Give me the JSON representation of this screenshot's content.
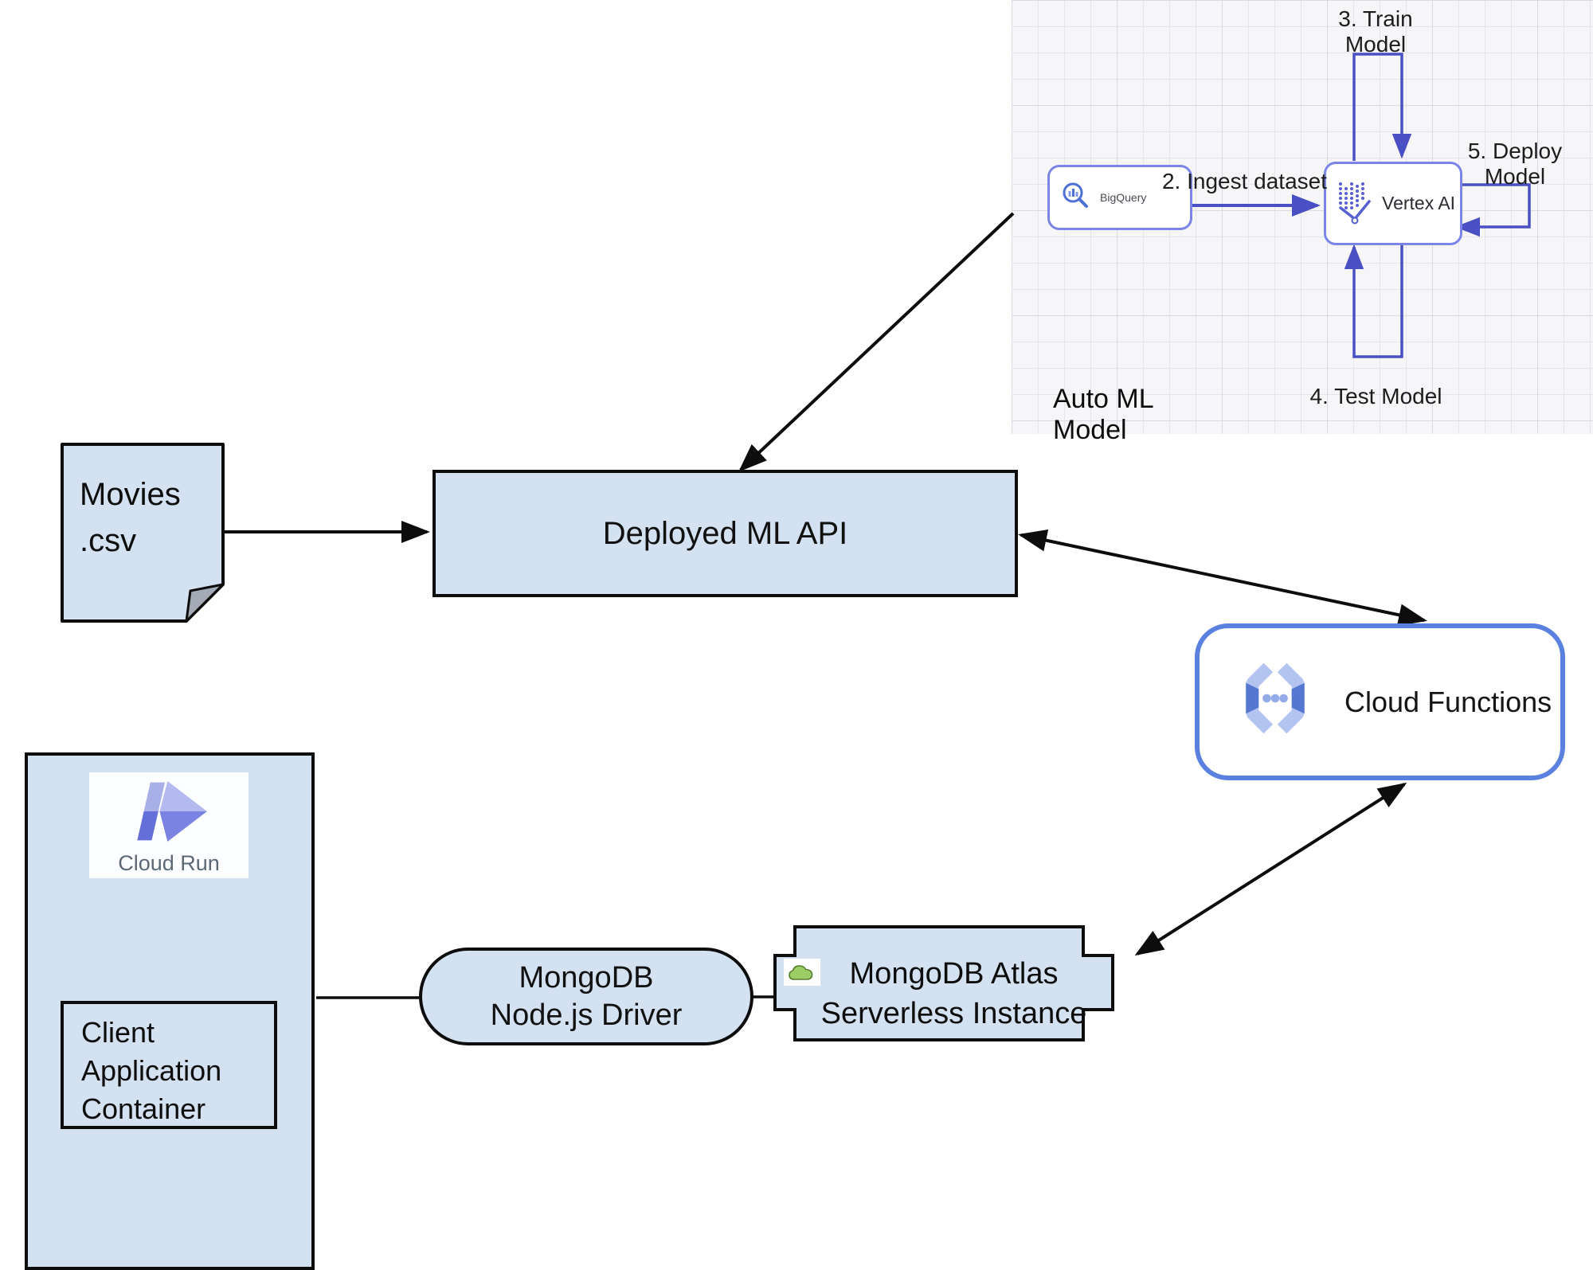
{
  "automl": {
    "caption": "Auto ML Model",
    "bigquery": {
      "label": "BigQuery"
    },
    "vertex": {
      "label": "Vertex AI"
    },
    "steps": {
      "ingest": "2. Ingest dataset",
      "train": "3. Train Model",
      "test": "4. Test Model",
      "deploy": "5. Deploy Model"
    }
  },
  "nodes": {
    "movies_file": {
      "line1": "Movies",
      "line2": ".csv"
    },
    "deployed_api": {
      "label": "Deployed ML API"
    },
    "cloud_functions": {
      "label": "Cloud Functions"
    },
    "cloud_run": {
      "label": "Cloud Run"
    },
    "client_app": {
      "line1": "Client",
      "line2": "Application",
      "line3": "Container"
    },
    "mongo_driver": {
      "line1": "MongoDB",
      "line2": "Node.js Driver"
    },
    "mongo_atlas": {
      "line1": "MongoDB Atlas",
      "line2": "Serverless Instance"
    }
  },
  "colors": {
    "node_fill": "#d3e1f1",
    "node_border": "#0d0d0d",
    "automl_accent": "#4a50c4",
    "automl_box_border": "#7c84e8",
    "cloud_functions_border": "#5a80e0",
    "document_fold": "#a3abb6",
    "grid_background": "#f6f6f8",
    "grid_line": "#e5e6ec",
    "atlas_cloud_green": "#9ccc65"
  }
}
